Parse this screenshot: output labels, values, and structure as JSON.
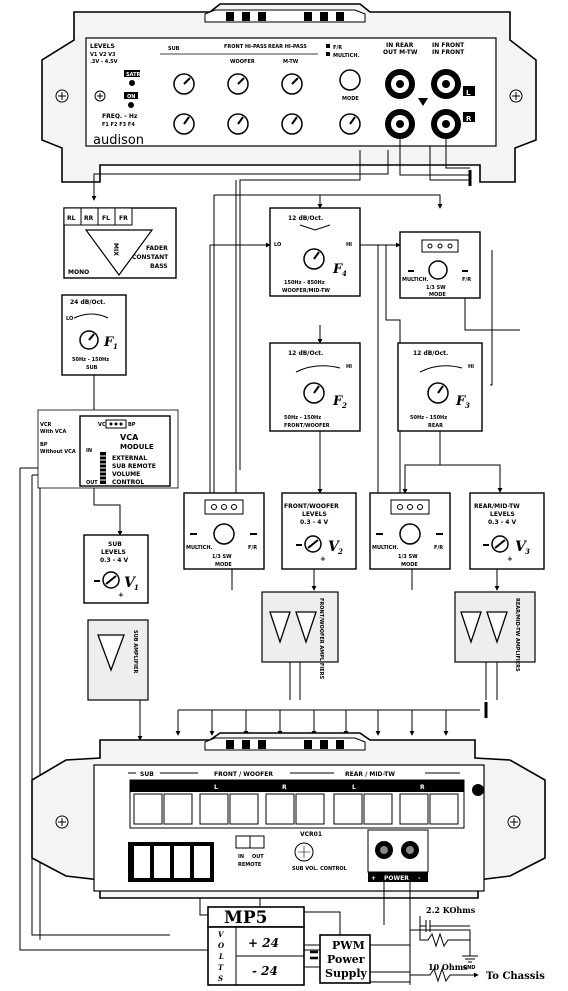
{
  "top_unit": {
    "levels_label": "LEVELS",
    "levels_sub": "V1  V2  V3",
    "levels_range": ".3V - 4.5V",
    "sat_label": "SATR",
    "on_label": "ON",
    "freq_label": "FREQ. - Hz",
    "freq_sub": "F1  F2  F3  F4",
    "brand": "audison",
    "sub_label": "SUB",
    "front_hipass": "FRONT HI-PASS",
    "rear_hipass": "REAR HI-PASS",
    "woofer_label": "WOOFER",
    "mtw_label": "M-TW",
    "fr_label": "F/R",
    "multich_label": "MULTICH.",
    "mode_label": "MODE",
    "in_rear": "IN REAR",
    "out_mtw": "OUT M-TW",
    "in_front_1": "IN FRONT",
    "in_front_2": "IN FRONT",
    "ch_l": "L",
    "ch_r": "R"
  },
  "mix": {
    "inputs": [
      "RL",
      "RR",
      "FL",
      "FR"
    ],
    "mix_label": "MIX",
    "fader": "FADER",
    "constant": "CONSTANT",
    "bass": "BASS",
    "mono": "MONO"
  },
  "f1": {
    "slope": "24 dB/Oct.",
    "symbol": "F",
    "sub": "1",
    "lo": "LO",
    "range": "50Hz - 150Hz",
    "name": "SUB"
  },
  "f4": {
    "slope": "12 dB/Oct.",
    "symbol": "F",
    "sub": "4",
    "lo": "LO",
    "hi": "HI",
    "range": "150Hz - 850Hz",
    "name": "WOOFER/MID-TW"
  },
  "f2": {
    "slope": "12 dB/Oct.",
    "symbol": "F",
    "sub": "2",
    "hi": "HI",
    "range": "50Hz - 150Hz",
    "name": "FRONT/WOOFER"
  },
  "f3": {
    "slope": "12 dB/Oct.",
    "symbol": "F",
    "sub": "3",
    "hi": "HI",
    "range": "50Hz - 150Hz",
    "name": "REAR"
  },
  "mode_top": {
    "minus": "-",
    "plus": "-",
    "multich": "MULTICH.",
    "fr": "F/R",
    "sw": "1/3 SW",
    "name": "MODE"
  },
  "mode_left": {
    "multich": "MULTICH.",
    "fr": "F/R",
    "sw": "1/3 SW",
    "name": "MODE"
  },
  "mode_right": {
    "multich": "MULTICH.",
    "fr": "F/R",
    "sw": "1/3 SW",
    "name": "MODE"
  },
  "vca": {
    "vcr": "VCR",
    "bp": "BP",
    "vcr_with": "VCR",
    "with_vca": "With VCA",
    "bp2": "BP",
    "without_vca": "Without VCA",
    "title1": "VCA",
    "title2": "MODULE",
    "in": "IN",
    "out": "OUT",
    "ext1": "EXTERNAL",
    "ext2": "SUB REMOTE",
    "ext3": "VOLUME",
    "ext4": "CONTROL"
  },
  "v1": {
    "title": "SUB",
    "levels": "LEVELS",
    "range": "0.3 - 4 V",
    "symbol": "V",
    "sub": "1"
  },
  "v2": {
    "title": "FRONT/WOOFER",
    "levels": "LEVELS",
    "range": "0.3 - 4 V",
    "symbol": "V",
    "sub": "2"
  },
  "v3": {
    "title": "REAR/MID-TW",
    "levels": "LEVELS",
    "range": "0.3 - 4 V",
    "symbol": "V",
    "sub": "3"
  },
  "amps": {
    "sub": "SUB AMPLIFIER",
    "front": "FRONT/WOOFER AMPLIFIERS",
    "rear": "REAR/MID-TW AMPLIFIERS"
  },
  "bottom_unit": {
    "sub": "SUB",
    "front_woofer": "FRONT / WOOFER",
    "rear_midtw": "REAR / MID-TW",
    "l": "L",
    "r": "R",
    "vcr01": "VCR01",
    "in": "IN",
    "out": "OUT",
    "remote": "REMOTE",
    "sub_vol": "SUB VOL. CONTROL",
    "power": "POWER",
    "plus": "+",
    "minus": "-"
  },
  "supply": {
    "mp5": "MP5",
    "volts": [
      "V",
      "O",
      "L",
      "T",
      "S"
    ],
    "plus24": "+ 24",
    "minus24": "- 24",
    "pwm1": "PWM",
    "pwm2": "Power",
    "pwm3": "Supply",
    "r1": "2.2 KOhms",
    "gnd": "GND",
    "r2": "10 Ohms",
    "chassis": "To  Chassis"
  }
}
